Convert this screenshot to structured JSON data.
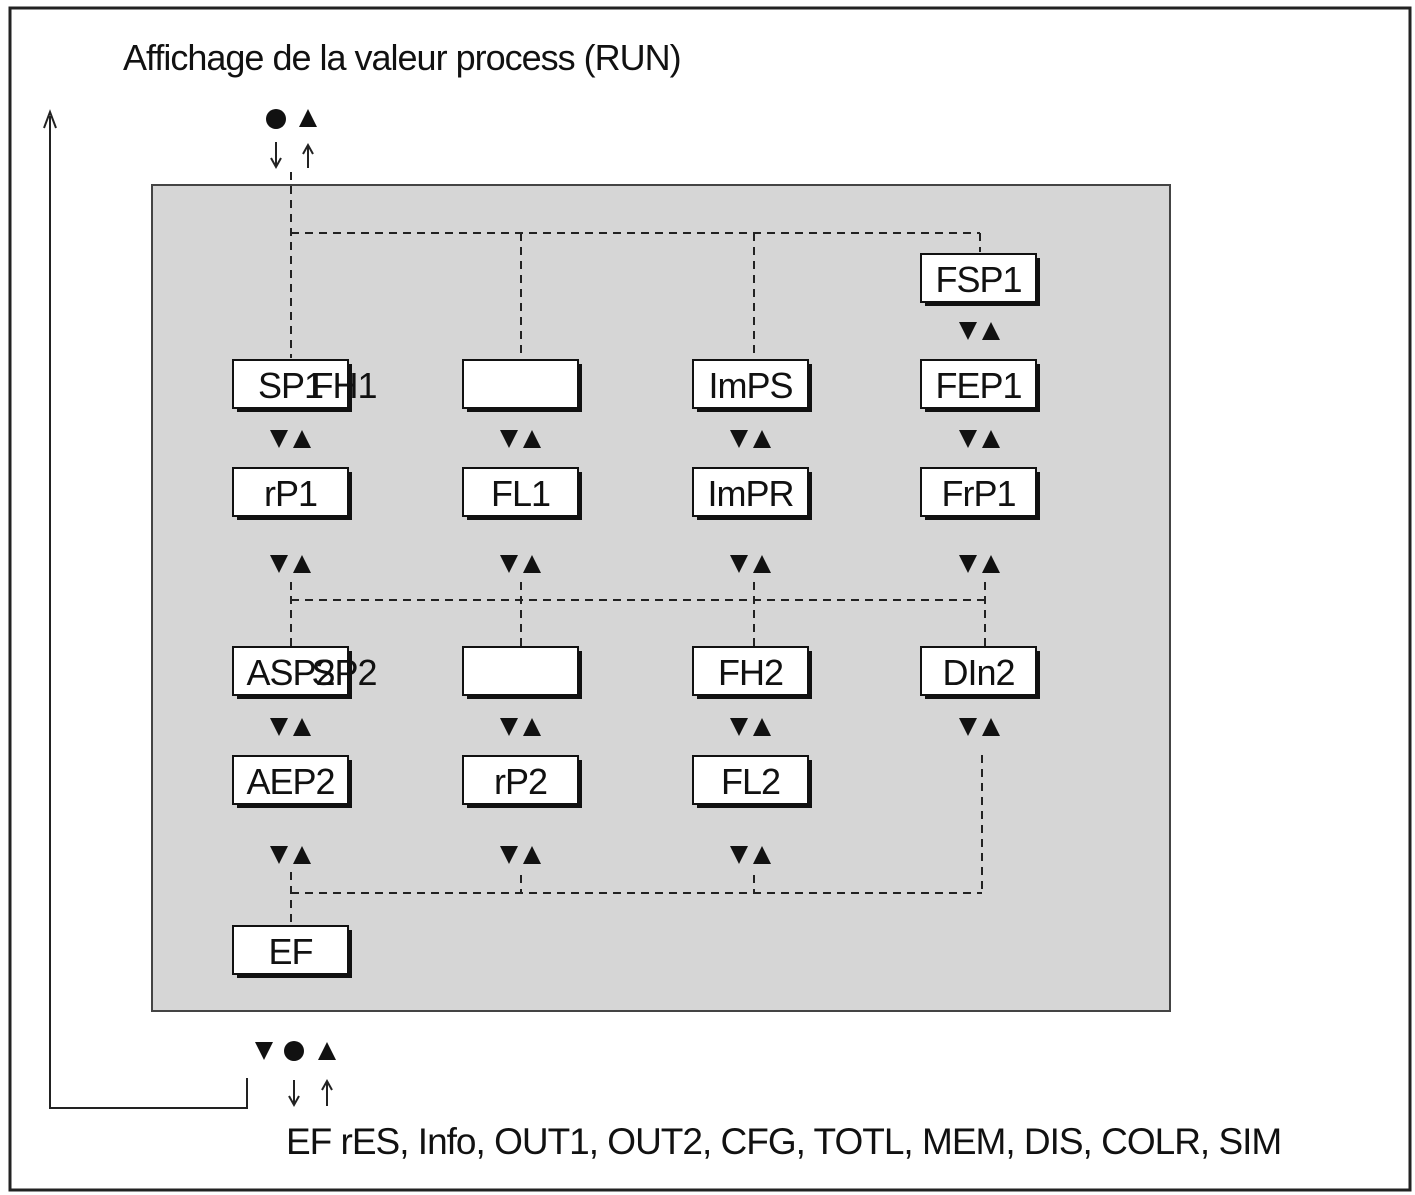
{
  "title": "Affichage de la valeur process (RUN)",
  "footer": "EF rES, Info, OUT1, OUT2, CFG, TOTL, MEM, DIS, COLR, SIM",
  "columns": [
    {
      "id": "col1",
      "rows": [
        {
          "row": 1,
          "label": "SP1",
          "overflow": "FH1"
        },
        {
          "row": 2,
          "label": "rP1"
        },
        {
          "row": 3,
          "label": "ASP2",
          "overflow": "SP2"
        },
        {
          "row": 4,
          "label": "AEP2"
        },
        {
          "row": 5,
          "label": "EF"
        }
      ]
    },
    {
      "id": "col2",
      "rows": [
        {
          "row": 1,
          "label": ""
        },
        {
          "row": 2,
          "label": "FL1"
        },
        {
          "row": 3,
          "label": ""
        },
        {
          "row": 4,
          "label": "rP2"
        }
      ]
    },
    {
      "id": "col3",
      "rows": [
        {
          "row": 1,
          "label": "ImPS"
        },
        {
          "row": 2,
          "label": "ImPR"
        },
        {
          "row": 3,
          "label": "FH2"
        },
        {
          "row": 4,
          "label": "FL2"
        }
      ]
    },
    {
      "id": "col4",
      "rows": [
        {
          "row": 0,
          "label": "FSP1"
        },
        {
          "row": 1,
          "label": "FEP1"
        },
        {
          "row": 2,
          "label": "FrP1"
        },
        {
          "row": 3,
          "label": "DIn2"
        }
      ]
    }
  ],
  "icons": {
    "set": "dot-icon",
    "up": "triangle-up-icon",
    "down": "triangle-down-icon",
    "nav": "down-up-arrow-icon"
  },
  "colors": {
    "panel": "#d6d6d6",
    "line": "#222222",
    "box_fill": "#ffffff"
  }
}
